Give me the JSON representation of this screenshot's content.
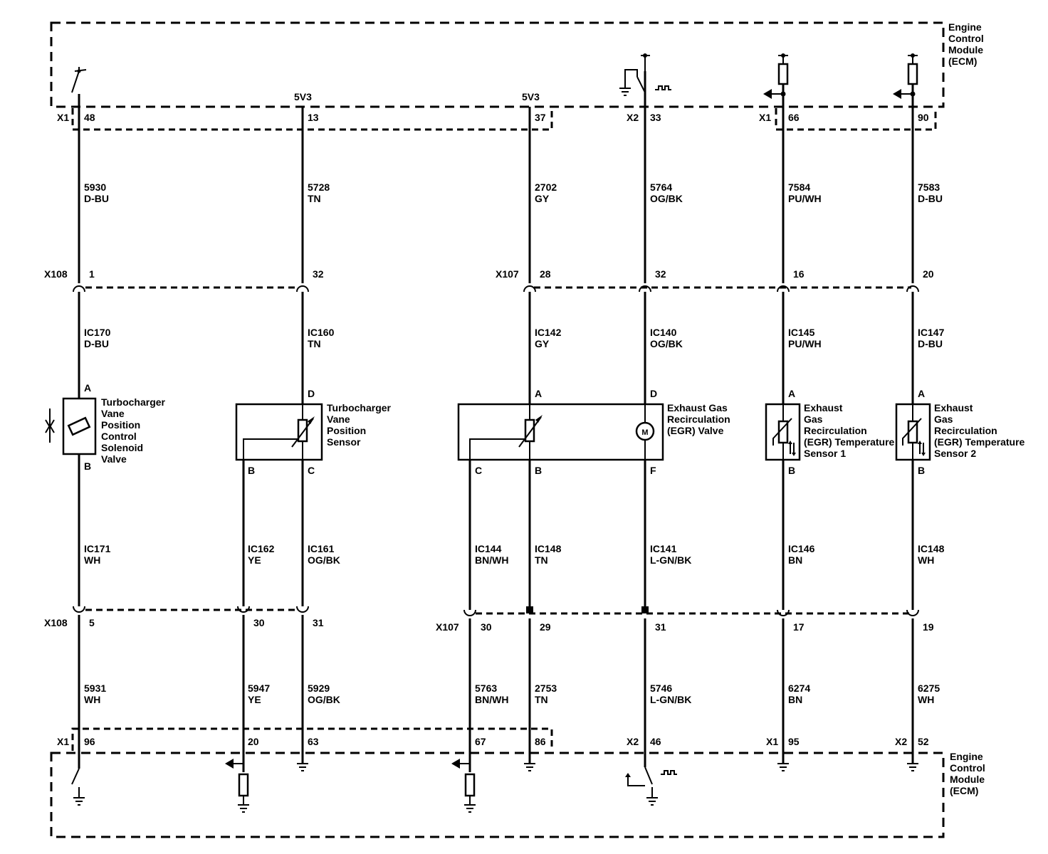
{
  "ecm_label": [
    "Engine",
    "Control",
    "Module",
    "(ECM)"
  ],
  "voltage_label": "5V3",
  "columns": [
    {
      "id": "c1",
      "top_connector": "X1",
      "top_pin": "48",
      "upper_wire_number": "5930",
      "upper_wire_color": "D-BU",
      "mid_top_connector": "X108",
      "mid_top_pin": "1",
      "ic_upper_number": "IC170",
      "ic_upper_color": "D-BU",
      "comp_pin_top": "A",
      "comp_pin_bottom": "B",
      "ic_lower_number": "IC171",
      "ic_lower_color": "WH",
      "mid_bottom_connector": "X108",
      "mid_bottom_pin": "5",
      "lower_wire_number": "5931",
      "lower_wire_color": "WH",
      "bottom_connector": "X1",
      "bottom_pin": "96"
    },
    {
      "id": "c2",
      "side_pin_label": "B",
      "side_ic_number": "IC162",
      "side_ic_color": "YE",
      "side_mid_pin": "30",
      "side_lower_number": "5947",
      "side_lower_color": "YE",
      "side_bottom_pin": "20"
    },
    {
      "id": "c3",
      "top_pin": "13",
      "upper_wire_number": "5728",
      "upper_wire_color": "TN",
      "mid_top_pin": "32",
      "ic_upper_number": "IC160",
      "ic_upper_color": "TN",
      "comp_pin_top": "D",
      "comp_pin_bottom": "C",
      "ic_lower_number": "IC161",
      "ic_lower_color": "OG/BK",
      "mid_bottom_pin": "31",
      "lower_wire_number": "5929",
      "lower_wire_color": "OG/BK",
      "bottom_pin": "63"
    },
    {
      "id": "c4",
      "side_pin_label": "C",
      "side_ic_number": "IC144",
      "side_ic_color": "BN/WH",
      "mid_bottom_connector": "X107",
      "side_mid_pin": "30",
      "side_lower_number": "5763",
      "side_lower_color": "BN/WH",
      "side_bottom_pin": "67"
    },
    {
      "id": "c5",
      "top_pin": "37",
      "upper_wire_number": "2702",
      "upper_wire_color": "GY",
      "mid_top_connector": "X107",
      "mid_top_pin": "28",
      "ic_upper_number": "IC142",
      "ic_upper_color": "GY",
      "comp_pin_top": "A",
      "comp_pin_bottom": "B",
      "ic_lower_number": "IC148",
      "ic_lower_color": "TN",
      "mid_bottom_pin": "29",
      "lower_wire_number": "2753",
      "lower_wire_color": "TN",
      "bottom_pin": "86"
    },
    {
      "id": "c6",
      "top_connector": "X2",
      "top_pin": "33",
      "upper_wire_number": "5764",
      "upper_wire_color": "OG/BK",
      "mid_top_pin": "32",
      "ic_upper_number": "IC140",
      "ic_upper_color": "OG/BK",
      "comp_pin_top": "D",
      "comp_pin_bottom": "F",
      "ic_lower_number": "IC141",
      "ic_lower_color": "L-GN/BK",
      "mid_bottom_pin": "31",
      "lower_wire_number": "5746",
      "lower_wire_color": "L-GN/BK",
      "bottom_connector": "X2",
      "bottom_pin": "46"
    },
    {
      "id": "c7",
      "top_connector": "X1",
      "top_pin": "66",
      "upper_wire_number": "7584",
      "upper_wire_color": "PU/WH",
      "mid_top_pin": "16",
      "ic_upper_number": "IC145",
      "ic_upper_color": "PU/WH",
      "comp_pin_top": "A",
      "comp_pin_bottom": "B",
      "ic_lower_number": "IC146",
      "ic_lower_color": "BN",
      "mid_bottom_pin": "17",
      "lower_wire_number": "6274",
      "lower_wire_color": "BN",
      "bottom_connector": "X1",
      "bottom_pin": "95"
    },
    {
      "id": "c8",
      "top_pin": "90",
      "upper_wire_number": "7583",
      "upper_wire_color": "D-BU",
      "mid_top_pin": "20",
      "ic_upper_number": "IC147",
      "ic_upper_color": "D-BU",
      "comp_pin_top": "A",
      "comp_pin_bottom": "B",
      "ic_lower_number": "IC148",
      "ic_lower_color": "WH",
      "mid_bottom_pin": "19",
      "lower_wire_number": "6275",
      "lower_wire_color": "WH",
      "bottom_connector": "X2",
      "bottom_pin": "52"
    }
  ],
  "components": {
    "solenoid": [
      "Turbocharger",
      "Vane",
      "Position",
      "Control",
      "Solenoid",
      "Valve"
    ],
    "vane_sensor": [
      "Turbocharger",
      "Vane",
      "Position",
      "Sensor"
    ],
    "egr_valve": [
      "Exhaust Gas",
      "Recirculation",
      "(EGR) Valve"
    ],
    "egr_temp1": [
      "Exhaust",
      "Gas",
      "Recirculation",
      "(EGR) Temperature",
      "Sensor 1"
    ],
    "egr_temp2": [
      "Exhaust",
      "Gas",
      "Recirculation",
      "(EGR) Temperature",
      "Sensor 2"
    ],
    "motor_symbol": "M"
  },
  "icons": [
    "switch-icon",
    "ground-icon",
    "resistor-icon",
    "thermistor-icon",
    "potentiometer-icon",
    "motor-icon",
    "arrow-icon",
    "pwm-signal-icon"
  ]
}
